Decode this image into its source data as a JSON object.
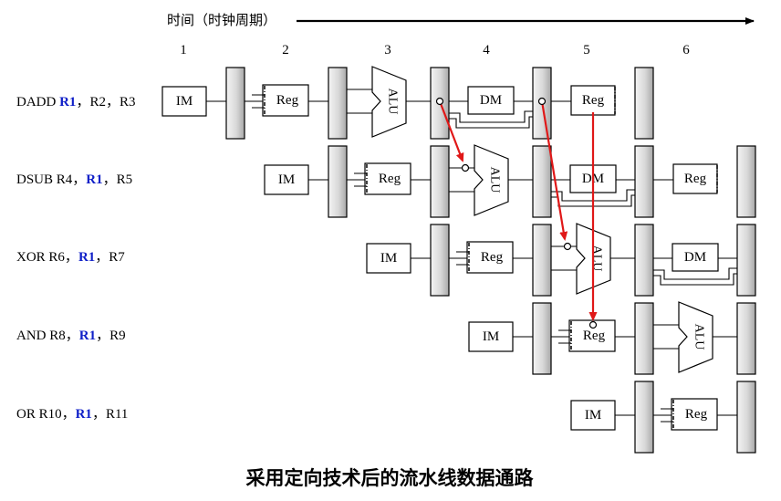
{
  "time_axis": {
    "label": "时间（时钟周期）",
    "cycles": [
      "1",
      "2",
      "3",
      "4",
      "5",
      "6"
    ]
  },
  "instructions": [
    {
      "pre": "DADD ",
      "reg": "R1",
      "post": "，R2，R3"
    },
    {
      "pre": "DSUB R4，",
      "reg": "R1",
      "post": "，R5"
    },
    {
      "pre": "XOR R6，",
      "reg": "R1",
      "post": "，R7"
    },
    {
      "pre": "AND R8，",
      "reg": "R1",
      "post": "，R9"
    },
    {
      "pre": "OR R10，",
      "reg": "R1",
      "post": "，R11"
    }
  ],
  "stage_labels": {
    "im": "IM",
    "reg": "Reg",
    "alu": "ALU",
    "dm": "DM"
  },
  "caption": "采用定向技术后的流水线数据通路",
  "colors": {
    "forward_arrow": "#e01818",
    "highlight_register": "#1020c8",
    "latch_fill": "#d9d9d9"
  }
}
